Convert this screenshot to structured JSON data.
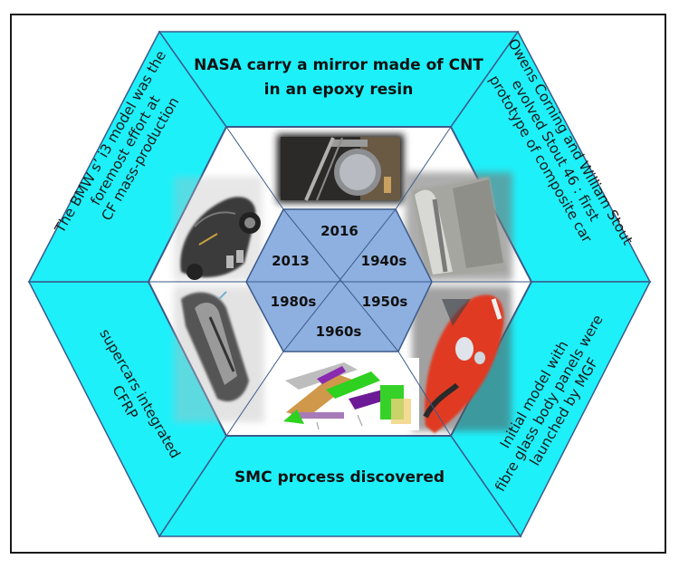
{
  "diagram": {
    "colors": {
      "outer_panel": "#1ef0fa",
      "panel_stroke": "#3b5a8a",
      "inner_ring": "#ffffff",
      "center_hex": "#8eb0e0",
      "frame_border": "#1a1a1a"
    },
    "center_years": [
      {
        "id": "top",
        "label": "2016"
      },
      {
        "id": "upper-right",
        "label": "1940s"
      },
      {
        "id": "lower-right",
        "label": "1950s"
      },
      {
        "id": "bottom",
        "label": "1960s"
      },
      {
        "id": "lower-left",
        "label": "1980s"
      },
      {
        "id": "upper-left",
        "label": "2013"
      }
    ],
    "outer_panels": {
      "top": {
        "lines": [
          "NASA carry a mirror made of CNT",
          "in an epoxy resin"
        ]
      },
      "upper_right": {
        "lines": [
          "Owens Corning and William Stout",
          "evolved Stout 46 : first",
          "prototype of composite car"
        ]
      },
      "lower_right": {
        "lines": [
          "Initial model with",
          "fibre glass body panels  were",
          "launched by MGF"
        ]
      },
      "bottom": {
        "lines": [
          "SMC process discovered"
        ]
      },
      "lower_left": {
        "lines": [
          "supercars integrated",
          "CFRP"
        ]
      },
      "upper_left": {
        "lines": [
          "The BMW s’ i3 model was the",
          "foremost effort at",
          "CF mass-production"
        ]
      }
    },
    "images": [
      {
        "id": "top",
        "subject": "mirror-in-epoxy-photo"
      },
      {
        "id": "upper-right",
        "subject": "stout-46-car-photo"
      },
      {
        "id": "lower-right",
        "subject": "red-mgf-car-photo"
      },
      {
        "id": "bottom",
        "subject": "smc-process-diagram"
      },
      {
        "id": "lower-left",
        "subject": "supercar-cfrp-chassis-photo"
      },
      {
        "id": "upper-left",
        "subject": "bmw-i3-chassis-photo"
      }
    ]
  }
}
